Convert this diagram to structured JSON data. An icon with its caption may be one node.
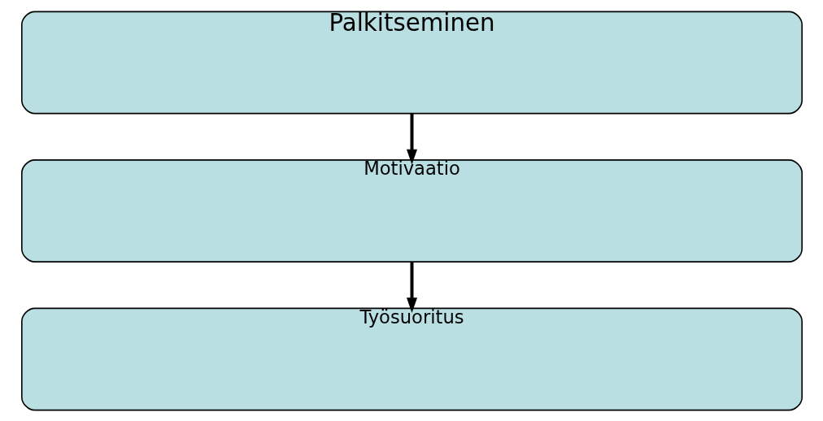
{
  "diagram": {
    "nodes": [
      {
        "text": [
          "Palkitseminen"
        ]
      },
      {
        "text": [
          "Motivaatio"
        ]
      },
      {
        "text": [
          "Työsuoritus"
        ]
      }
    ],
    "edges": [
      {
        "from": 0,
        "to": 1,
        "arrow": "to"
      },
      {
        "from": 1,
        "to": 2,
        "arrow": "to"
      }
    ]
  }
}
